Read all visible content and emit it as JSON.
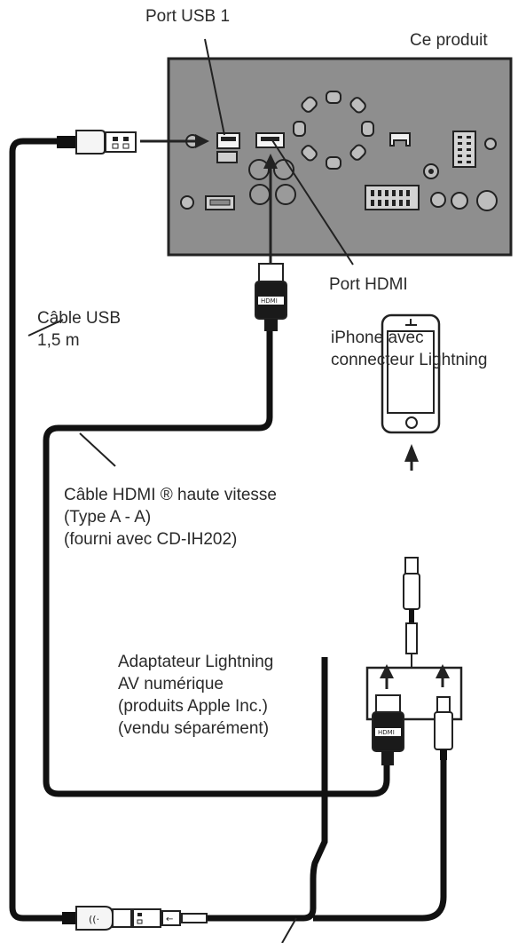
{
  "labels": {
    "port_usb1": "Port USB 1",
    "product": "Ce produit",
    "port_hdmi": "Port HDMI",
    "usb_cable": [
      "Câble USB",
      "1,5 m"
    ],
    "iphone": [
      "iPhone avec",
      "connecteur Lightning"
    ],
    "hdmi_cable": [
      "Câble HDMI ® haute vitesse",
      "(Type A - A)",
      "(fourni avec CD-IH202)"
    ],
    "adapter": [
      "Adaptateur Lightning",
      "AV numérique",
      "(produits Apple Inc.)",
      "(vendu séparément)"
    ]
  },
  "colors": {
    "panel": "#8c8c8c",
    "cable": "#1a1a1a",
    "line": "#222222"
  }
}
